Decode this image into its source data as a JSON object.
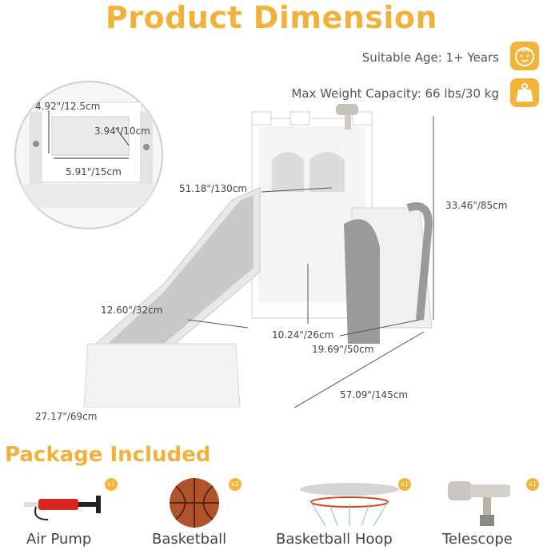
{
  "header": {
    "title": "Product Dimension"
  },
  "specs": {
    "age": "Suitable Age: 1+ Years",
    "weight": "Max Weight Capacity: 66 lbs/30 kg",
    "age_icon": "baby-face-icon",
    "weight_icon": "weight-icon"
  },
  "dimensions": {
    "step_height": "4.92\"/12.5cm",
    "step_depth": "3.94\"/10cm",
    "step_width": "5.91\"/15cm",
    "slide_length": "51.18\"/130cm",
    "total_height": "33.46\"/85cm",
    "slide_width": "12.60\"/32cm",
    "platform_height": "10.24\"/26cm",
    "tower_depth": "19.69\"/50cm",
    "total_length": "57.09\"/145cm",
    "total_width": "27.17\"/69cm"
  },
  "package": {
    "title": "Package Included",
    "items": [
      {
        "label": "Air Pump",
        "qty": "x1"
      },
      {
        "label": "Basketball",
        "qty": "x1"
      },
      {
        "label": "Basketball Hoop",
        "qty": "x1"
      },
      {
        "label": "Telescope",
        "qty": "x1"
      }
    ]
  },
  "colors": {
    "accent": "#f2b13a",
    "text": "#444444",
    "slide_gray": "#c9c9c9"
  }
}
